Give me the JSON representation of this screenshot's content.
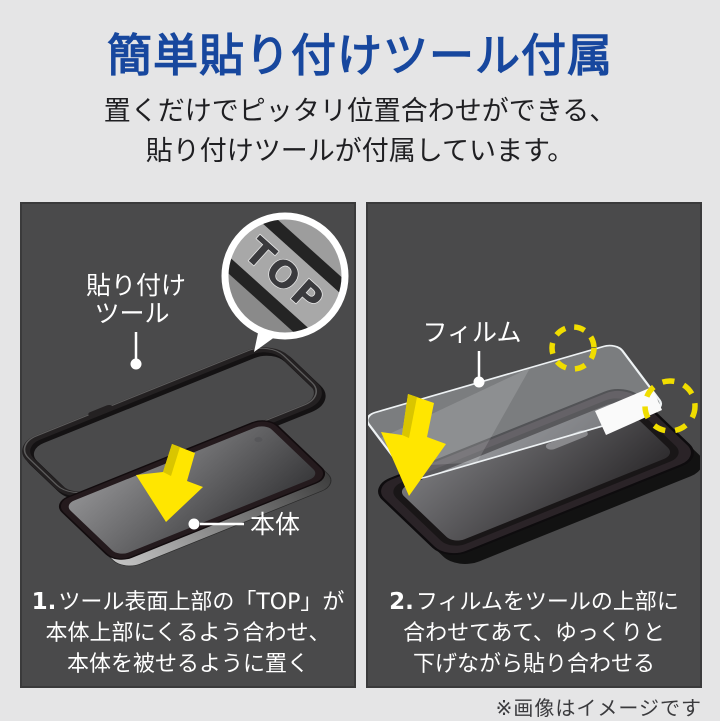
{
  "header": {
    "title": "簡単貼り付けツール付属",
    "subtitle_lines": [
      "置くだけでピッタリ位置合わせができる、",
      "貼り付けツールが付属しています。"
    ]
  },
  "panel_left": {
    "tool_label_line1": "貼り付け",
    "tool_label_line2": "ツール",
    "magnifier_text": "TOP",
    "body_label": "本体",
    "step_number": "1.",
    "step_lines": [
      "ツール表面上部の「TOP」が",
      "本体上部にくるよう合わせ、",
      "本体を被せるように置く"
    ]
  },
  "panel_right": {
    "film_label": "フィルム",
    "step_number": "2.",
    "step_lines": [
      "フィルムをツールの上部に",
      "合わせてあて、ゆっくりと",
      "下げながら貼り合わせる"
    ]
  },
  "footnote": "※画像はイメージです",
  "colors": {
    "title_blue": "#17479E",
    "background": "#E5E5E6",
    "panel_gray": "#4A4A4B",
    "accent_yellow": "#FFE600",
    "highlight_dashed_yellow": "#F0DD00"
  }
}
